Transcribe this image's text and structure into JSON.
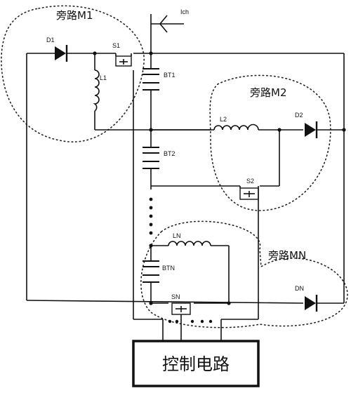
{
  "labels": {
    "ich": "Ich",
    "d1": "D1",
    "s1": "S1",
    "l1": "L1",
    "bt1": "BT1",
    "l2": "L2",
    "d2": "D2",
    "bt2": "BT2",
    "s2": "S2",
    "ln": "LN",
    "btn": "BTN",
    "sn": "SN",
    "dn": "DN"
  },
  "zones": {
    "m1": "旁路M1",
    "m2": "旁路M2",
    "mn": "旁路MN"
  },
  "control_box": "控制电路"
}
